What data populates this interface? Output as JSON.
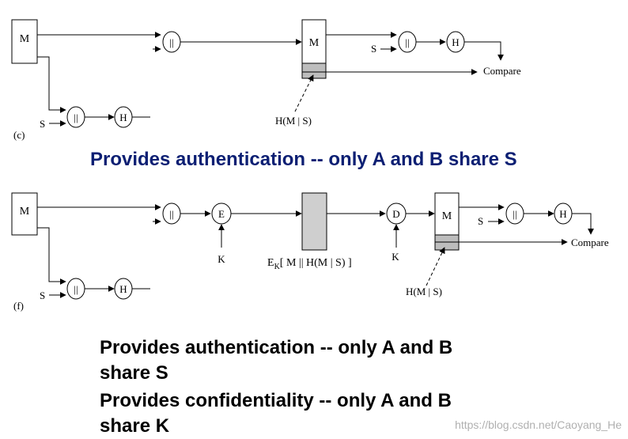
{
  "colors": {
    "caption_blue": "#0c1f73",
    "hash_fill": "#bdbdbd",
    "encrypted_fill": "#cfcfcf"
  },
  "diagram_c": {
    "label": "(c)",
    "message": "M",
    "concat": "||",
    "hash": "H",
    "secret": "S",
    "sent_message": "M",
    "receiver_secret": "S",
    "receiver_hash": "H",
    "compare": "Compare",
    "hash_note": "H(M | S)"
  },
  "caption_c": "Provides authentication -- only A and B share S",
  "diagram_f": {
    "label": "(f)",
    "message": "M",
    "concat": "||",
    "hash": "H",
    "secret": "S",
    "encrypt": "E",
    "decrypt": "D",
    "key_encrypt": "K",
    "key_decrypt": "K",
    "cipher_label": "E",
    "cipher_sub": "K",
    "cipher_body": "[ M || H(M | S) ]",
    "recovered_message": "M",
    "receiver_secret": "S",
    "receiver_hash": "H",
    "compare": "Compare",
    "hash_note": "H(M | S)"
  },
  "caption_f": {
    "line1": "Provides authentication -- only A and B",
    "line2": "share S",
    "line3": "Provides confidentiality -- only A and B",
    "line4": "share K"
  },
  "watermark": "https://blog.csdn.net/Caoyang_He"
}
